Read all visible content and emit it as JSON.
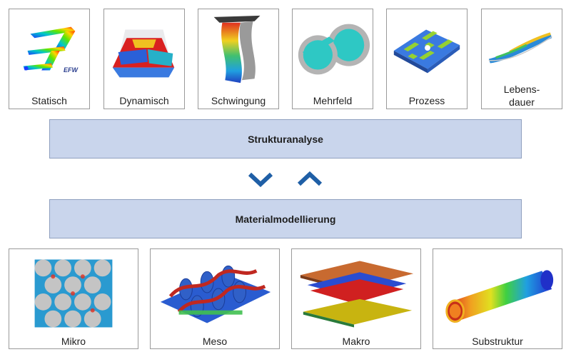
{
  "top_row": [
    {
      "label": "Statisch",
      "icon": "statisch-fem-icon",
      "logo": "EFW"
    },
    {
      "label": "Dynamisch",
      "icon": "dynamisch-fem-icon"
    },
    {
      "label": "Schwingung",
      "icon": "schwingung-fem-icon"
    },
    {
      "label": "Mehrfeld",
      "icon": "mehrfeld-fem-icon"
    },
    {
      "label": "Prozess",
      "icon": "prozess-fem-icon"
    },
    {
      "label_line1": "Lebens-",
      "label_line2": "dauer",
      "icon": "lebensdauer-fem-icon"
    }
  ],
  "bars": {
    "upper": "Strukturanalyse",
    "lower": "Materialmodellierung"
  },
  "arrows": {
    "down": "chevron-down-icon",
    "up": "chevron-up-icon",
    "color": "#1f5fa6"
  },
  "bottom_row": [
    {
      "label": "Mikro",
      "icon": "mikro-fem-icon"
    },
    {
      "label": "Meso",
      "icon": "meso-fem-icon"
    },
    {
      "label": "Makro",
      "icon": "makro-fem-icon"
    },
    {
      "label": "Substruktur",
      "icon": "substruktur-fem-icon"
    }
  ],
  "colors": {
    "bar_fill": "#c9d5ec",
    "bar_border": "#8fa0bf",
    "card_border": "#9a9a9a"
  }
}
